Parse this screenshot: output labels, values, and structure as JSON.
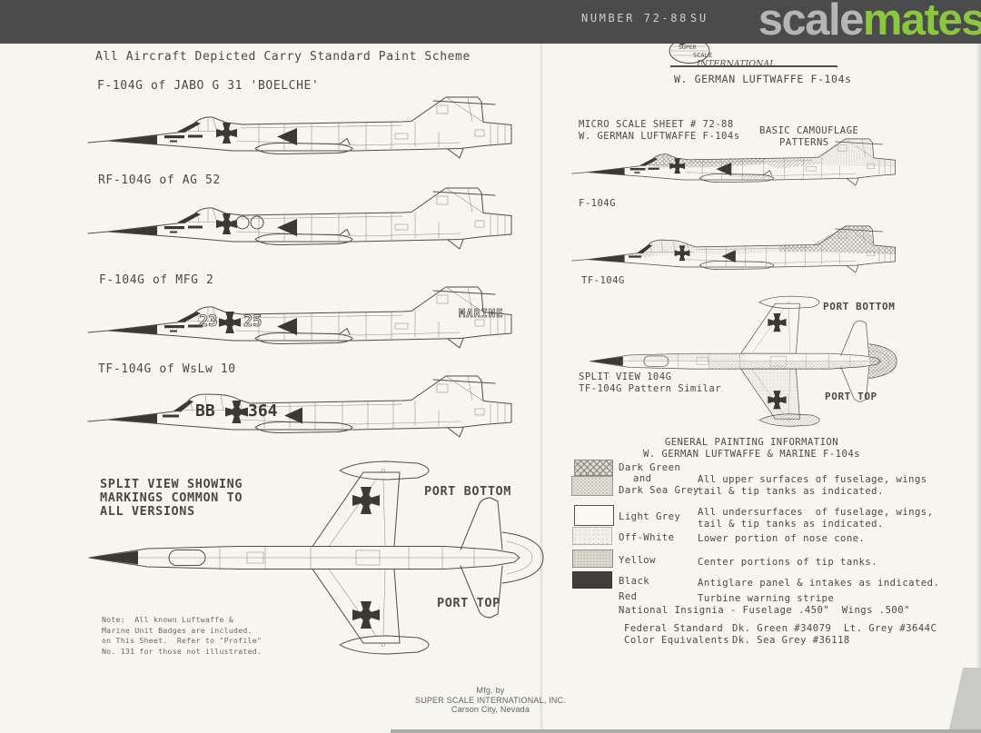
{
  "header": {
    "number_label": "NUMBER 72-88",
    "partial_label": "SU",
    "brand": {
      "part1": "scale",
      "part2": "mates",
      "gray": "#b5b5b5",
      "green": "#8cc63e"
    }
  },
  "left_page": {
    "title": "All Aircraft Depicted Carry Standard Paint Scheme",
    "aircraft": [
      {
        "label": "F-104G of JABO G 31 'BOELCHE'"
      },
      {
        "label": "RF-104G of AG 52"
      },
      {
        "label": "F-104G of MFG 2",
        "code_left": "23",
        "code_right": "25",
        "tail_text": "MARINE"
      },
      {
        "label": "TF-104G of WsLw 10",
        "code_left": "BB",
        "code_right": "364"
      }
    ],
    "split_view": {
      "heading_lines": [
        "SPLIT VIEW SHOWING",
        "MARKINGS COMMON TO",
        "ALL VERSIONS"
      ],
      "port_bottom": "PORT BOTTOM",
      "port_top": "PORT TOP"
    },
    "note_lines": [
      "Note:  All known Luftwaffe &",
      "Marine Unit Badges are included.",
      "on This Sheet.  Refer to \"Profile\"",
      "No. 131 for those not illustrated."
    ],
    "mfg_lines": [
      "Mfg. by",
      "SUPER SCALE INTERNATIONAL, INC.",
      "Carson City, Nevada"
    ]
  },
  "right_page": {
    "logo_lines": [
      "SUPER",
      "SCALE",
      "INTERNATIONAL"
    ],
    "heading": "W. GERMAN LUFTWAFFE F-104s",
    "sheet_lines": [
      "MICRO SCALE SHEET # 72-88",
      "W. GERMAN LUFTWAFFE F-104s"
    ],
    "camo_lines": [
      "BASIC CAMOUFLAGE",
      "PATTERNS"
    ],
    "profiles": [
      {
        "label": "F-104G"
      },
      {
        "label": "TF-104G"
      }
    ],
    "split_view": {
      "port_bottom": "PORT BOTTOM",
      "lines": [
        "SPLIT VIEW 104G",
        "TF-104G Pattern Similar"
      ],
      "port_top": "PORT TOP"
    },
    "painting": {
      "heading_lines": [
        "GENERAL PAINTING INFORMATION",
        "W. GERMAN LUFTWAFFE & MARINE F-104s"
      ],
      "legend": [
        {
          "name_lines": [
            "Dark Green",
            "and",
            "Dark Sea Grey"
          ],
          "desc_lines": [
            "All upper surfaces of fuselage, wings",
            "tail & tip tanks as indicated."
          ]
        },
        {
          "name_lines": [
            "Light Grey"
          ],
          "desc_lines": [
            "All undersurfaces  of fuselage, wings,",
            "tail & tip tanks as indicated."
          ]
        },
        {
          "name_lines": [
            "Off-White"
          ],
          "desc_lines": [
            "Lower portion of nose cone."
          ]
        },
        {
          "name_lines": [
            "Yellow"
          ],
          "desc_lines": [
            "Center portions of tip tanks."
          ]
        },
        {
          "name_lines": [
            "Black"
          ],
          "desc_lines": [
            "Antiglare panel & intakes as indicated."
          ]
        },
        {
          "name_lines": [
            "Red"
          ],
          "desc_lines": [
            "Turbine warning stripe"
          ]
        }
      ],
      "insignia_line": "National Insignia - Fuselage .450\"  Wings .500\"",
      "federal": {
        "label_lines": [
          "Federal Standard",
          "Color Equivalents"
        ],
        "value_lines": [
          "Dk. Green #34079  Lt. Grey #3644C",
          "Dk. Sea Grey #36118"
        ]
      }
    }
  }
}
